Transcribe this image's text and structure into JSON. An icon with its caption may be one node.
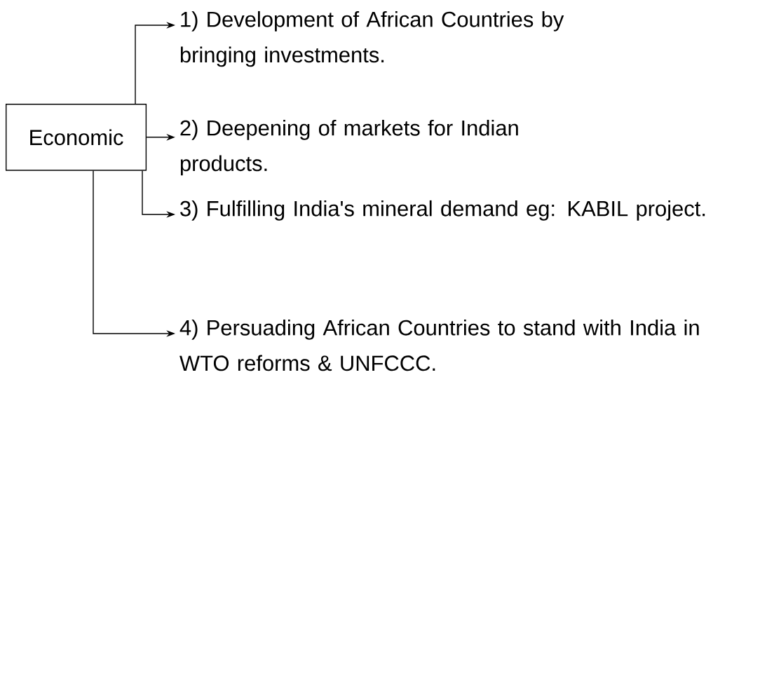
{
  "diagram": {
    "nodes": [
      {
        "text": [
          "Economic"
        ]
      },
      {
        "text": [
          "1) Development of African Countries by bringing investments."
        ]
      },
      {
        "text": [
          "2) Deepening of markets for Indian products."
        ]
      },
      {
        "text": [
          "3) Fulfilling India's mineral demand eg: KABIL project."
        ]
      },
      {
        "text": [
          "4) Persuading African Countries to stand with India in WTO reforms & UNFCCC."
        ]
      }
    ],
    "edges": [
      {
        "from": 0,
        "to": 1,
        "arrow": "to"
      },
      {
        "from": 0,
        "to": 2,
        "arrow": "to"
      },
      {
        "from": 0,
        "to": 3,
        "arrow": "to"
      },
      {
        "from": 0,
        "to": 4,
        "arrow": "to"
      }
    ]
  }
}
